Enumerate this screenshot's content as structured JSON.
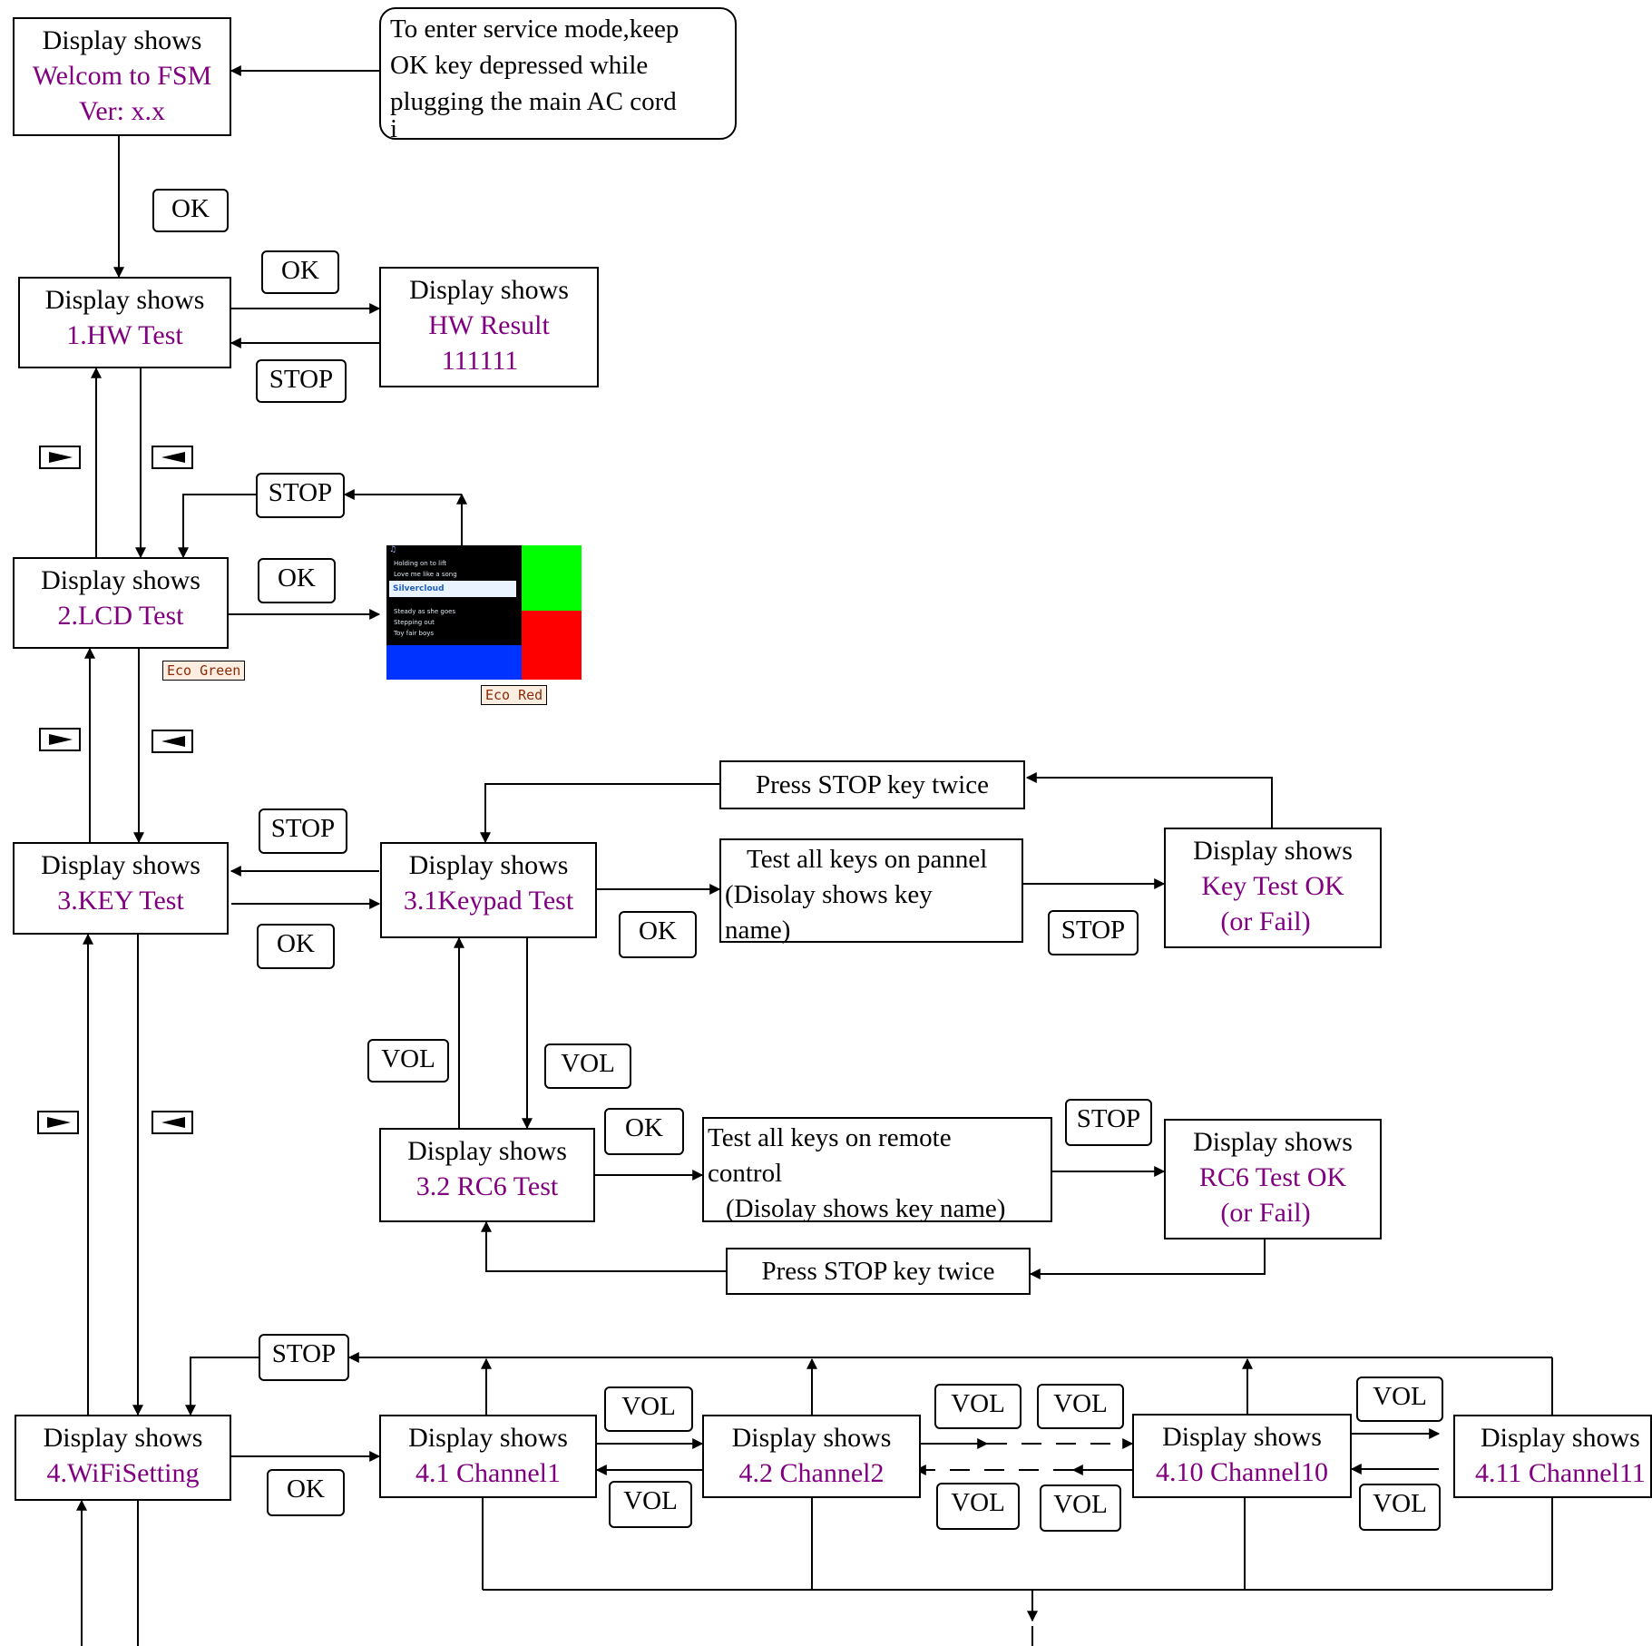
{
  "intro_note": {
    "lines": [
      "To enter service mode,keep",
      "OK key depressed while",
      "plugging the main AC cord",
      "i"
    ]
  },
  "welcome": {
    "caption": "Display shows",
    "line1": "Welcom to FSM",
    "line2": "Ver: x.x"
  },
  "hw_test": {
    "caption": "Display shows",
    "value": "1.HW Test"
  },
  "hw_result": {
    "caption": "Display shows",
    "line1": "HW Result",
    "line2": "111111"
  },
  "lcd_test": {
    "caption": "Display shows",
    "value": "2.LCD Test"
  },
  "lcd_screen": {
    "menu_items": [
      "Holding on to lift",
      "Love me like a song",
      "Silvercloud",
      "Steady as she goes",
      "Stepping out",
      "Toy fair boys"
    ],
    "tags": {
      "green": "Eco Green",
      "red": "Eco Red"
    },
    "colors": {
      "green": "#00ff00",
      "red": "#ff0000",
      "blue": "#0033ff"
    }
  },
  "key_test": {
    "caption": "Display shows",
    "value": "3.KEY Test"
  },
  "keypad_test": {
    "caption": "Display shows",
    "value": "3.1Keypad Test"
  },
  "keypad_instructions": {
    "lines": [
      " Test all keys on pannel",
      "(Disolay shows key",
      "name)"
    ]
  },
  "key_test_result": {
    "caption": "Display shows",
    "line1": "Key Test OK",
    "line2": "(or Fail)"
  },
  "press_stop_twice_top": "Press STOP key twice",
  "rc6_test": {
    "caption": "Display shows",
    "value": "3.2 RC6 Test"
  },
  "rc6_instructions": {
    "lines": [
      "Test all keys on remote",
      "control",
      "(Disolay shows key name)"
    ]
  },
  "rc6_result": {
    "caption": "Display shows",
    "line1": "RC6 Test OK",
    "line2": "(or Fail)"
  },
  "press_stop_twice_bottom": "Press STOP key twice",
  "wifi_setting": {
    "caption": "Display shows",
    "value": "4.WiFiSetting"
  },
  "channels": [
    {
      "caption": "Display shows",
      "value": "4.1 Channel1"
    },
    {
      "caption": "Display shows",
      "value": "4.2 Channel2"
    },
    {
      "caption": "Display shows",
      "value": "4.10 Channel10"
    },
    {
      "caption": "Display shows",
      "value": "4.11 Channel11"
    }
  ],
  "keys": {
    "ok": "OK",
    "stop": "STOP",
    "vol": "VOL"
  },
  "icons": {
    "next": "right-triangle-key-icon",
    "prev": "left-triangle-key-icon"
  },
  "colors": {
    "value_text": "#800080",
    "lines": "#000000"
  }
}
